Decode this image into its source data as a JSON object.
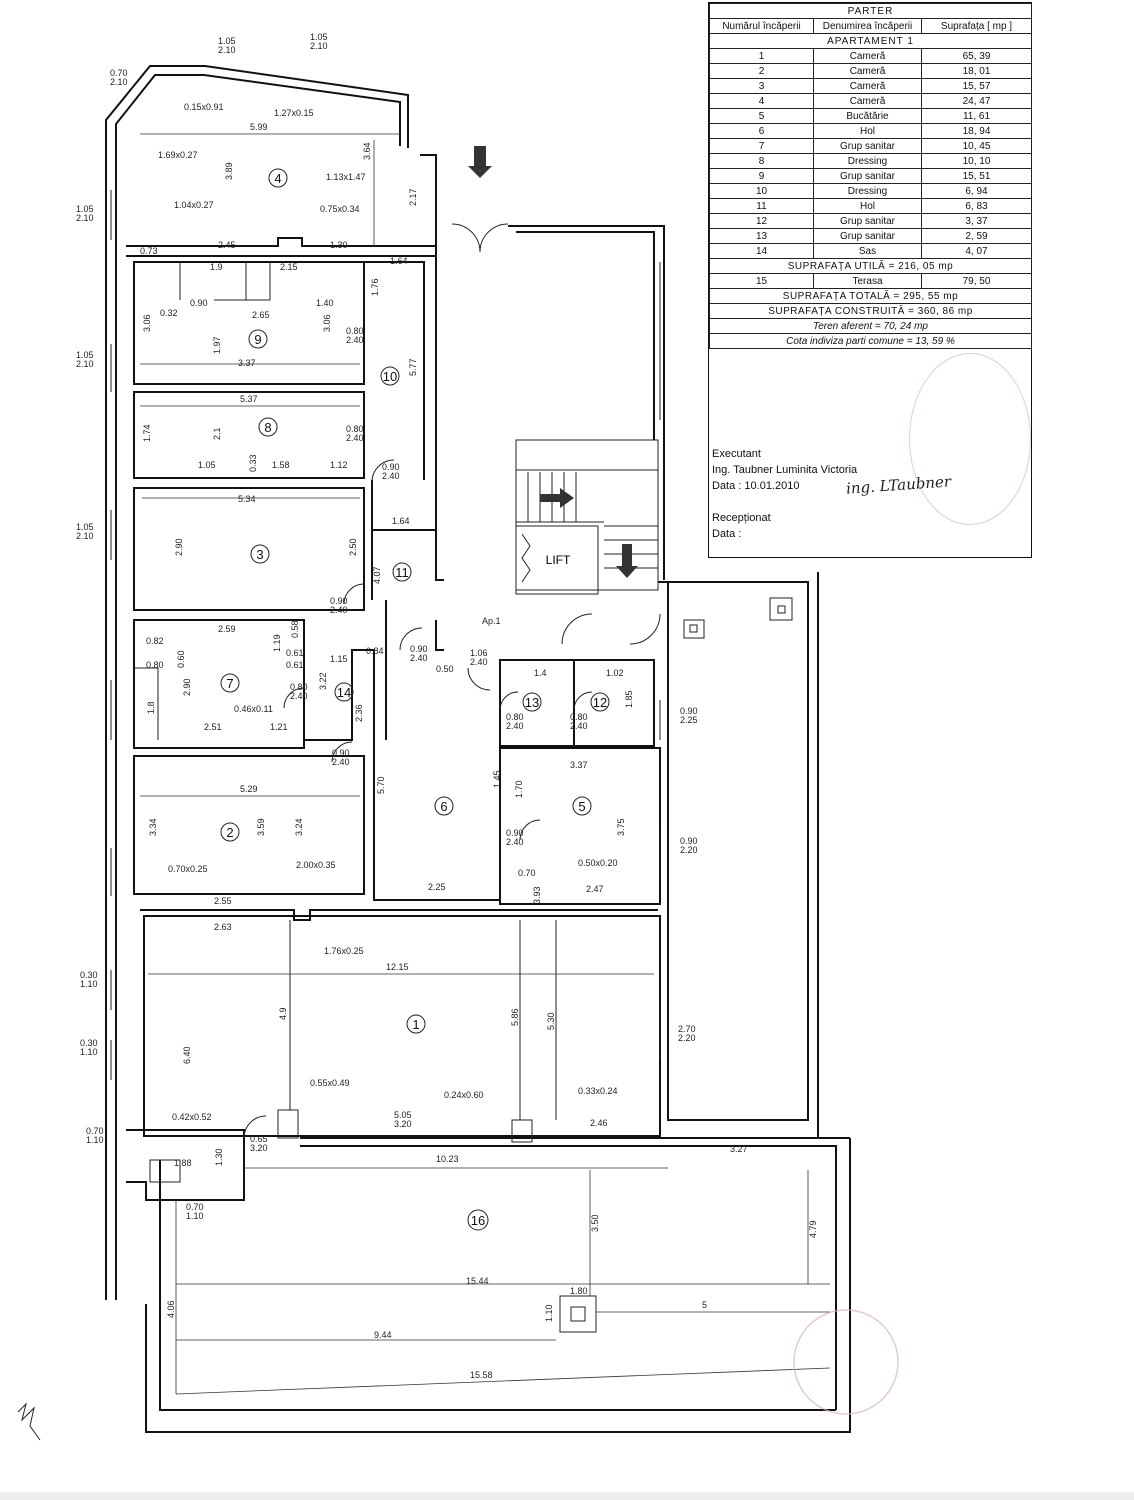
{
  "legend": {
    "title": "PARTER",
    "col_headers": [
      "Numărul încăperii",
      "Denumirea încăperii",
      "Suprafața [ mp ]"
    ],
    "apartment": "APARTAMENT 1",
    "rows": [
      [
        "1",
        "Cameră",
        "65, 39"
      ],
      [
        "2",
        "Cameră",
        "18, 01"
      ],
      [
        "3",
        "Cameră",
        "15, 57"
      ],
      [
        "4",
        "Cameră",
        "24, 47"
      ],
      [
        "5",
        "Bucătărie",
        "11, 61"
      ],
      [
        "6",
        "Hol",
        "18, 94"
      ],
      [
        "7",
        "Grup sanitar",
        "10, 45"
      ],
      [
        "8",
        "Dressing",
        "10, 10"
      ],
      [
        "9",
        "Grup sanitar",
        "15, 51"
      ],
      [
        "10",
        "Dressing",
        "6, 94"
      ],
      [
        "11",
        "Hol",
        "6, 83"
      ],
      [
        "12",
        "Grup sanitar",
        "3, 37"
      ],
      [
        "13",
        "Grup sanitar",
        "2, 59"
      ],
      [
        "14",
        "Sas",
        "4, 07"
      ]
    ],
    "suprafata_utila": "SUPRAFAȚA UTILĂ = 216, 05 mp",
    "row15": [
      "15",
      "Terasa",
      "79, 50"
    ],
    "suprafata_totala": "SUPRAFAȚA TOTALĂ = 295, 55 mp",
    "suprafata_construita": "SUPRAFAȚA CONSTRUITĂ = 360, 86 mp",
    "teren": "Teren aferent = 70, 24 mp",
    "cota": "Cota indiviza parti comune = 13, 59 %"
  },
  "executant": {
    "label": "Executant",
    "name": "Ing. Taubner Luminita Victoria",
    "date": "Data : 10.01.2010",
    "signature": "ing. LTaubner"
  },
  "receptionat": {
    "label": "Recepționat",
    "date": "Data :"
  },
  "plan": {
    "lift": "LIFT",
    "access": "Ap.1",
    "rooms": [
      "1",
      "2",
      "3",
      "4",
      "5",
      "6",
      "7",
      "8",
      "9",
      "10",
      "11",
      "12",
      "13",
      "14",
      "16"
    ],
    "dims": {
      "top1": "1.05\n2.10",
      "top2": "1.05\n2.10",
      "corner": "0.70\n2.10",
      "d_015": "0.15x0.91",
      "d_127": "1.27x0.15",
      "d_599": "5.99",
      "d_169": "1.69x0.27",
      "d_389": "3.89",
      "d_364": "3.64",
      "d_113": "1.13x1.47",
      "d_217": "2.17",
      "d_104": "1.04x0.27",
      "d_075": "0.75x0.34",
      "d_073": "0.73",
      "d_245": "2.45",
      "d_130": "1.30",
      "d_19": "1.9",
      "d_215": "2.15",
      "d_164": "1.64",
      "d_176": "1.76",
      "d_090": "0.90",
      "d_265": "2.65",
      "d_140": "1.40",
      "d_306a": "3.06",
      "d_306b": "3.06",
      "d_032": "0.32",
      "d_197": "1.97",
      "d_337": "3.37",
      "d_080": "0.80\n2.40",
      "d_577": "5.77",
      "d_537": "5.37",
      "d_174": "1.74",
      "d_21": "2.1",
      "d_105": "1.05",
      "d_033": "0.33",
      "d_158": "1.58",
      "d_112": "1.12",
      "d_080b": "0.80\n2.40",
      "d_090b": "0.90\n2.40",
      "d_534": "5.34",
      "d_290": "2.90",
      "d_250": "2.50",
      "d_164b": "1.64",
      "d_407": "4.07",
      "d_090c": "0.90\n2.40",
      "w1": "1.05\n2.10",
      "w2": "1.05\n2.10",
      "w3": "1.05\n2.10",
      "d_082": "0.82",
      "d_259": "2.59",
      "d_119": "1.19",
      "d_058": "0.58",
      "d_080c": "0.80",
      "d_060": "0.60",
      "d_290b": "2.90",
      "d_061a": "0.61",
      "d_061b": "0.61",
      "d_322": "3.22",
      "d_115": "1.15",
      "d_084": "0.84",
      "d_08": "0.80\n2.40",
      "d_18": "1.8",
      "d_046": "0.46x0.11",
      "d_251": "2.51",
      "d_121": "1.21",
      "d_090d": "0.90\n2.40",
      "d_236": "2.36",
      "d_090e": "0.90\n2.40",
      "d_050": "0.50",
      "d_106": "1.06\n2.40",
      "d_14": "1.4",
      "d_102": "1.02",
      "d_185": "1.85",
      "d_080d": "0.80\n2.40",
      "d_080e": "0.80\n2.40",
      "d_090f": "0.90\n2.25",
      "d_529": "5.29",
      "d_334": "3.34",
      "d_359": "3.59",
      "d_324": "3.24",
      "d_570": "5.70",
      "d_145": "1.45",
      "d_170": "1.70",
      "d_337b": "3.37",
      "d_375": "3.75",
      "d_070": "0.70x0.25",
      "d_200": "2.00x0.35",
      "d_090g": "0.90\n2.40",
      "d_050b": "0.50x0.20",
      "d_090h": "0.90\n2.20",
      "d_255": "2.55",
      "d_225": "2.25",
      "d_070b": "0.70",
      "d_393": "3.93",
      "d_247": "2.47",
      "d_263": "2.63",
      "d_176b": "1.76x0.25",
      "d_1215": "12.15",
      "d_640": "6.40",
      "d_49": "4.9",
      "d_586": "5.86",
      "d_530": "5.30",
      "d_270": "2.70\n2.20",
      "d_030a": "0.30\n1.10",
      "d_030b": "0.30\n1.10",
      "d_055": "0.55x0.49",
      "d_024": "0.24x0.60",
      "d_033b": "0.33x0.24",
      "d_042": "0.42x0.52",
      "d_505": "5.05\n3.20",
      "d_246": "2.46",
      "d_070c": "0.70\n1.10",
      "d_065": "0.65\n3.20",
      "d_188": "1.88",
      "d_130b": "1.30",
      "d_1023": "10.23",
      "d_327": "3.27",
      "d_070d": "0.70\n1.10",
      "d_350": "3.50",
      "d_479": "4.79",
      "d_1544": "15.44",
      "d_180": "1.80",
      "d_406": "4.06",
      "d_110": "1.10",
      "d_944": "9.44",
      "d_5": "5",
      "d_1558": "15.58"
    }
  }
}
